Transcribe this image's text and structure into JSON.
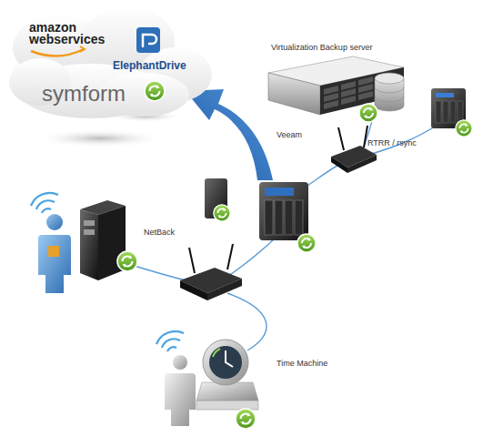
{
  "diagram": {
    "nodes": [
      {
        "text": [
          "amazon webservices",
          "ElephantDrive",
          "symform"
        ]
      },
      {
        "text": [
          "Virtualization Backup server"
        ]
      }
    ],
    "labels": [
      "Veeam",
      "RTRR / rsync",
      "NetBack",
      "Time Machine"
    ]
  }
}
